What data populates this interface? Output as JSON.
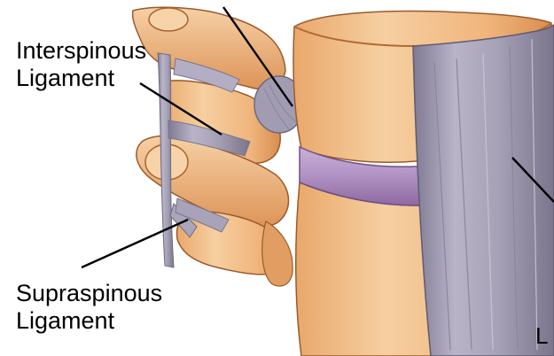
{
  "labels": {
    "interspinous_line1": "Interspinous",
    "interspinous_line2": "Ligament",
    "supraspinous_line1": "Supraspinous",
    "supraspinous_line2": "Ligament",
    "corner_letter": "L"
  },
  "colors": {
    "bone_light": "#f4c89a",
    "bone_mid": "#e9a86b",
    "bone_shadow": "#c7793f",
    "ligament_gray": "#9d98ad",
    "ligament_light": "#c9c5d6",
    "disc_purple": "#b69ac7",
    "outline": "#8a4b22",
    "leader_line": "#000000"
  }
}
